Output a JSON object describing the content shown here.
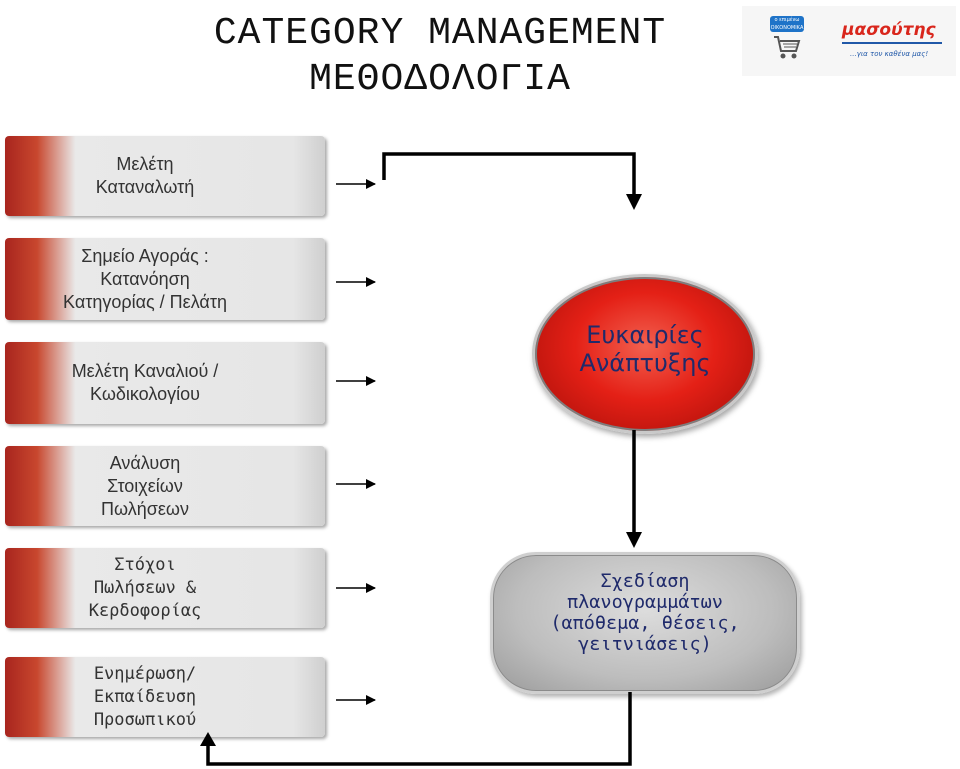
{
  "header": {
    "title_line1": "CATEGORY MANAGEMENT",
    "title_line2": "ΜΕΘΟΔΟΛΟΓΙΑ"
  },
  "logo": {
    "badge_text": "ο επιμένω ΟΙΚΟΝΟΜΙΚΑ",
    "brand_name": "μασούτης",
    "tagline": "...για τον καθένα μας!",
    "colors": {
      "brand_red": "#d9261c",
      "brand_blue": "#2058a8"
    }
  },
  "steps": [
    {
      "label": "Μελέτη\nΚαταναλωτή"
    },
    {
      "label": "Σημείο Αγοράς :\nΚατανόηση\nΚατηγορίας / Πελάτη"
    },
    {
      "label": "Μελέτη Καναλιού /\nΚωδικολογίου"
    },
    {
      "label": "Ανάλυση\nΣτοιχείων\nΠωλήσεων"
    },
    {
      "label": "Στόχοι\nΠωλήσεων &\nΚερδοφορίας"
    },
    {
      "label": "Ενημέρωση/\nΕκπαίδευση\nΠροσωπικού"
    }
  ],
  "opportunities": {
    "label": "Ευκαιρίες\nΑνάπτυξης"
  },
  "planogram": {
    "label": "Σχεδίαση\nπλανογραμμάτων\n(απόθεμα, θέσεις,\nγειτνιάσεις)"
  },
  "colors": {
    "accent_red": "#e42016",
    "text_navy": "#1f2a6b",
    "box_grey": "#e6e6e6"
  }
}
